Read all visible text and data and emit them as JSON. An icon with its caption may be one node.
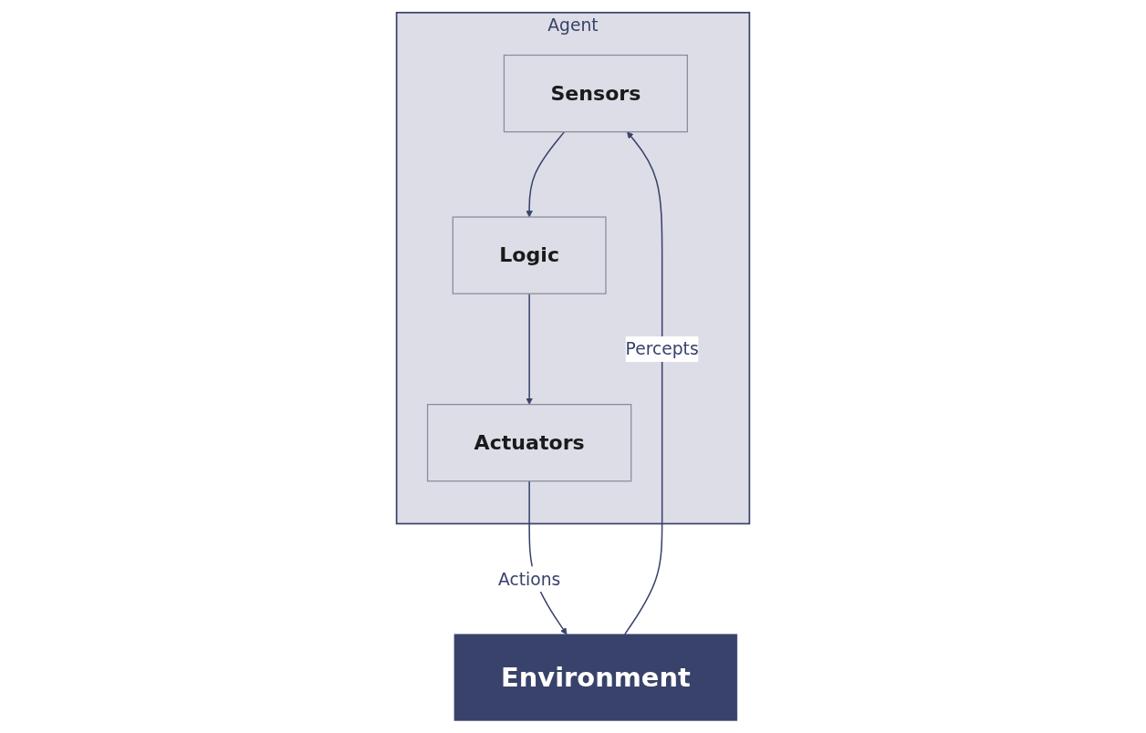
{
  "diagram": {
    "nodes": [
      {
        "text": [
          "Agent"
        ]
      },
      {
        "text": [
          "Sensors"
        ],
        "in": 0
      },
      {
        "text": [
          "Logic"
        ],
        "in": 0
      },
      {
        "text": [
          "Actuators"
        ],
        "in": 0
      },
      {
        "text": [
          "Environment"
        ]
      }
    ],
    "edges": [
      {
        "from": 4,
        "to": 1,
        "arrow": "to",
        "label": "Percepts"
      },
      {
        "from": 1,
        "to": 2,
        "arrow": "to"
      },
      {
        "from": 2,
        "to": 3,
        "arrow": "to"
      },
      {
        "from": 3,
        "to": 4,
        "arrow": "to",
        "label": "Actions"
      }
    ]
  }
}
